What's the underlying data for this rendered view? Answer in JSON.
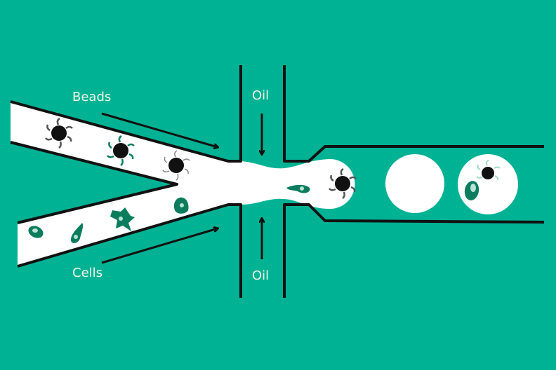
{
  "labels": {
    "beads": "Beads",
    "cells": "Cells",
    "oil_top": "Oil",
    "oil_bottom": "Oil"
  },
  "colors": {
    "background": "#00b294",
    "channel": "#ffffff",
    "walls": "#111111",
    "cells": "#0b7d5e",
    "label_text": "#f1f5e6"
  }
}
